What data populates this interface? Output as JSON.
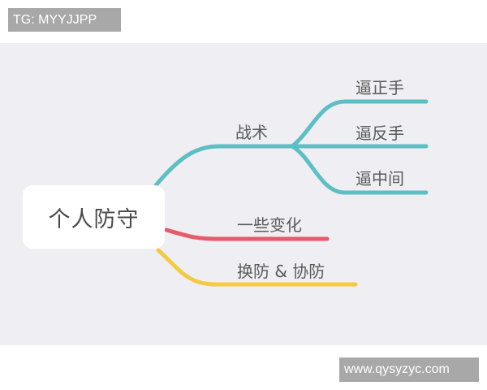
{
  "watermarks": {
    "top": "TG: MYYJJPP",
    "bottom": "www.qysyzyc.com"
  },
  "mindmap": {
    "root": {
      "label": "个人防守"
    },
    "branches": [
      {
        "label": "战术",
        "color": "#5bbfc4",
        "children": [
          {
            "label": "逼正手"
          },
          {
            "label": "逼反手"
          },
          {
            "label": "逼中间"
          }
        ]
      },
      {
        "label": "一些变化",
        "color": "#e85a6a",
        "children": []
      },
      {
        "label": "换防 & 协防",
        "color": "#f2cb45",
        "children": []
      }
    ]
  },
  "colors": {
    "background": "#efeef2",
    "node_bg": "#ffffff",
    "text": "#5a5a5a"
  }
}
